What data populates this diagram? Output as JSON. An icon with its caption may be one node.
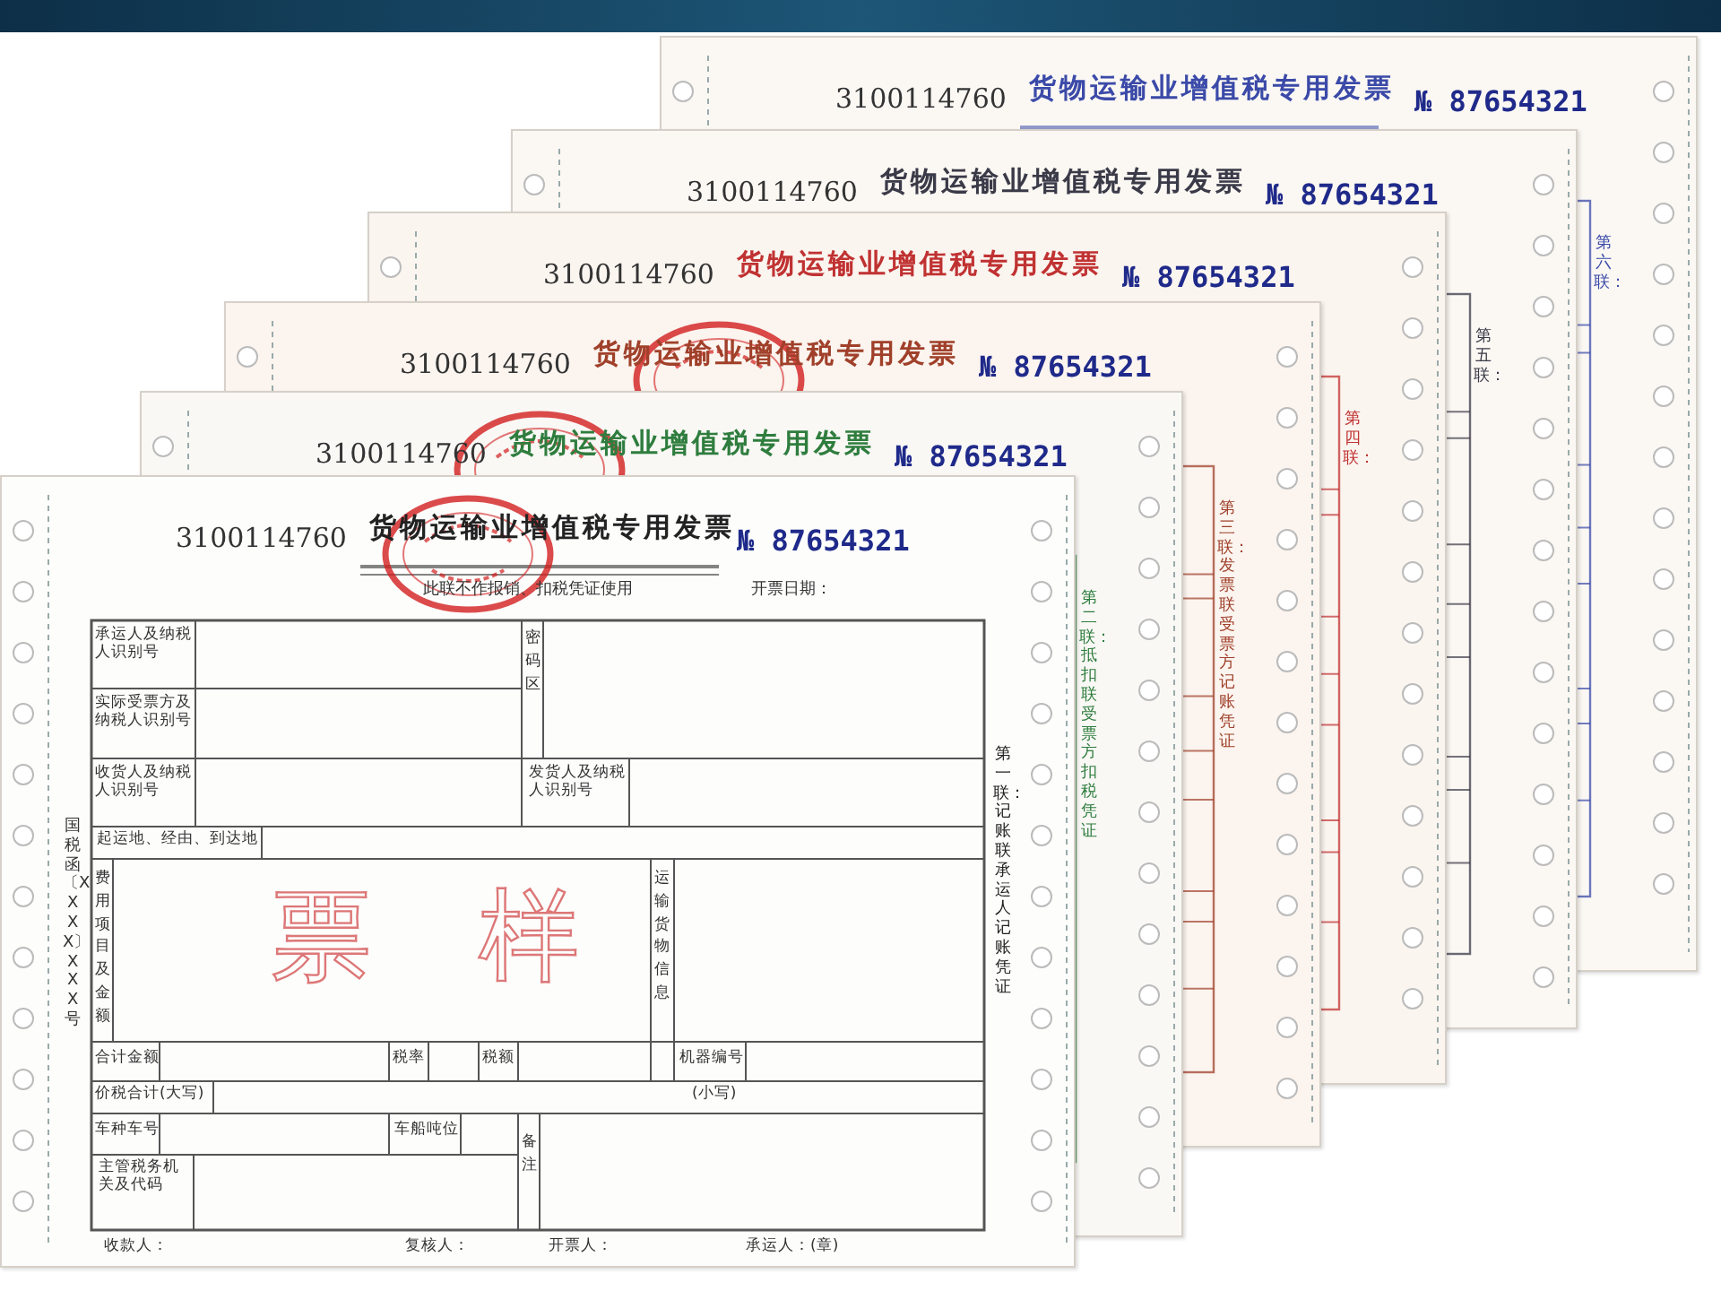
{
  "diagram": {
    "nodes": [
      {
        "text": [
          "3100114760",
          "货物运输业增值税专用发票",
          "№ 87654321",
          "第六联："
        ]
      },
      {
        "text": [
          "3100114760",
          "货物运输业增值税专用发票",
          "№ 87654321",
          "第五联："
        ]
      },
      {
        "text": [
          "3100114760",
          "货物运输业增值税专用发票",
          "№ 87654321",
          "第四联："
        ]
      },
      {
        "text": [
          "3100114760",
          "货物运输业增值税专用发票",
          "№ 87654321",
          "第三联：发票联受票方记账凭证"
        ]
      },
      {
        "text": [
          "3100114760",
          "货物运输业增值税专用发票",
          "№ 87654321",
          "第二联：抵扣联受票方扣税凭证"
        ]
      },
      {
        "text": [
          "3100114760",
          "货物运输业增值税专用发票",
          "№ 87654321",
          "第一联：记账联承运人记账凭证",
          "此联不作报销、扣税凭证使用",
          "开票日期：",
          "国税函〔XXXX〕XXX号"
        ]
      },
      {
        "text": [],
        "shape": "bar"
      }
    ],
    "edges": [],
    "labels": [
      "承运人及纳税人识别号",
      "密码区",
      "实际受票方及纳税人识别号",
      "收货人及纳税人识别号",
      "发货人及纳税人识别号",
      "起运地、经由、到达地",
      "费用项目及金额",
      "运输货物信息",
      "合计金额",
      "税率",
      "税额",
      "机器编号",
      "价税合计(大写)",
      "(小写)",
      "车种车号",
      "车船吨位",
      "备注",
      "主管税务机关及代码",
      "收款人：",
      "复核人：",
      "开票人：",
      "承运人：(章)",
      "票样"
    ]
  }
}
